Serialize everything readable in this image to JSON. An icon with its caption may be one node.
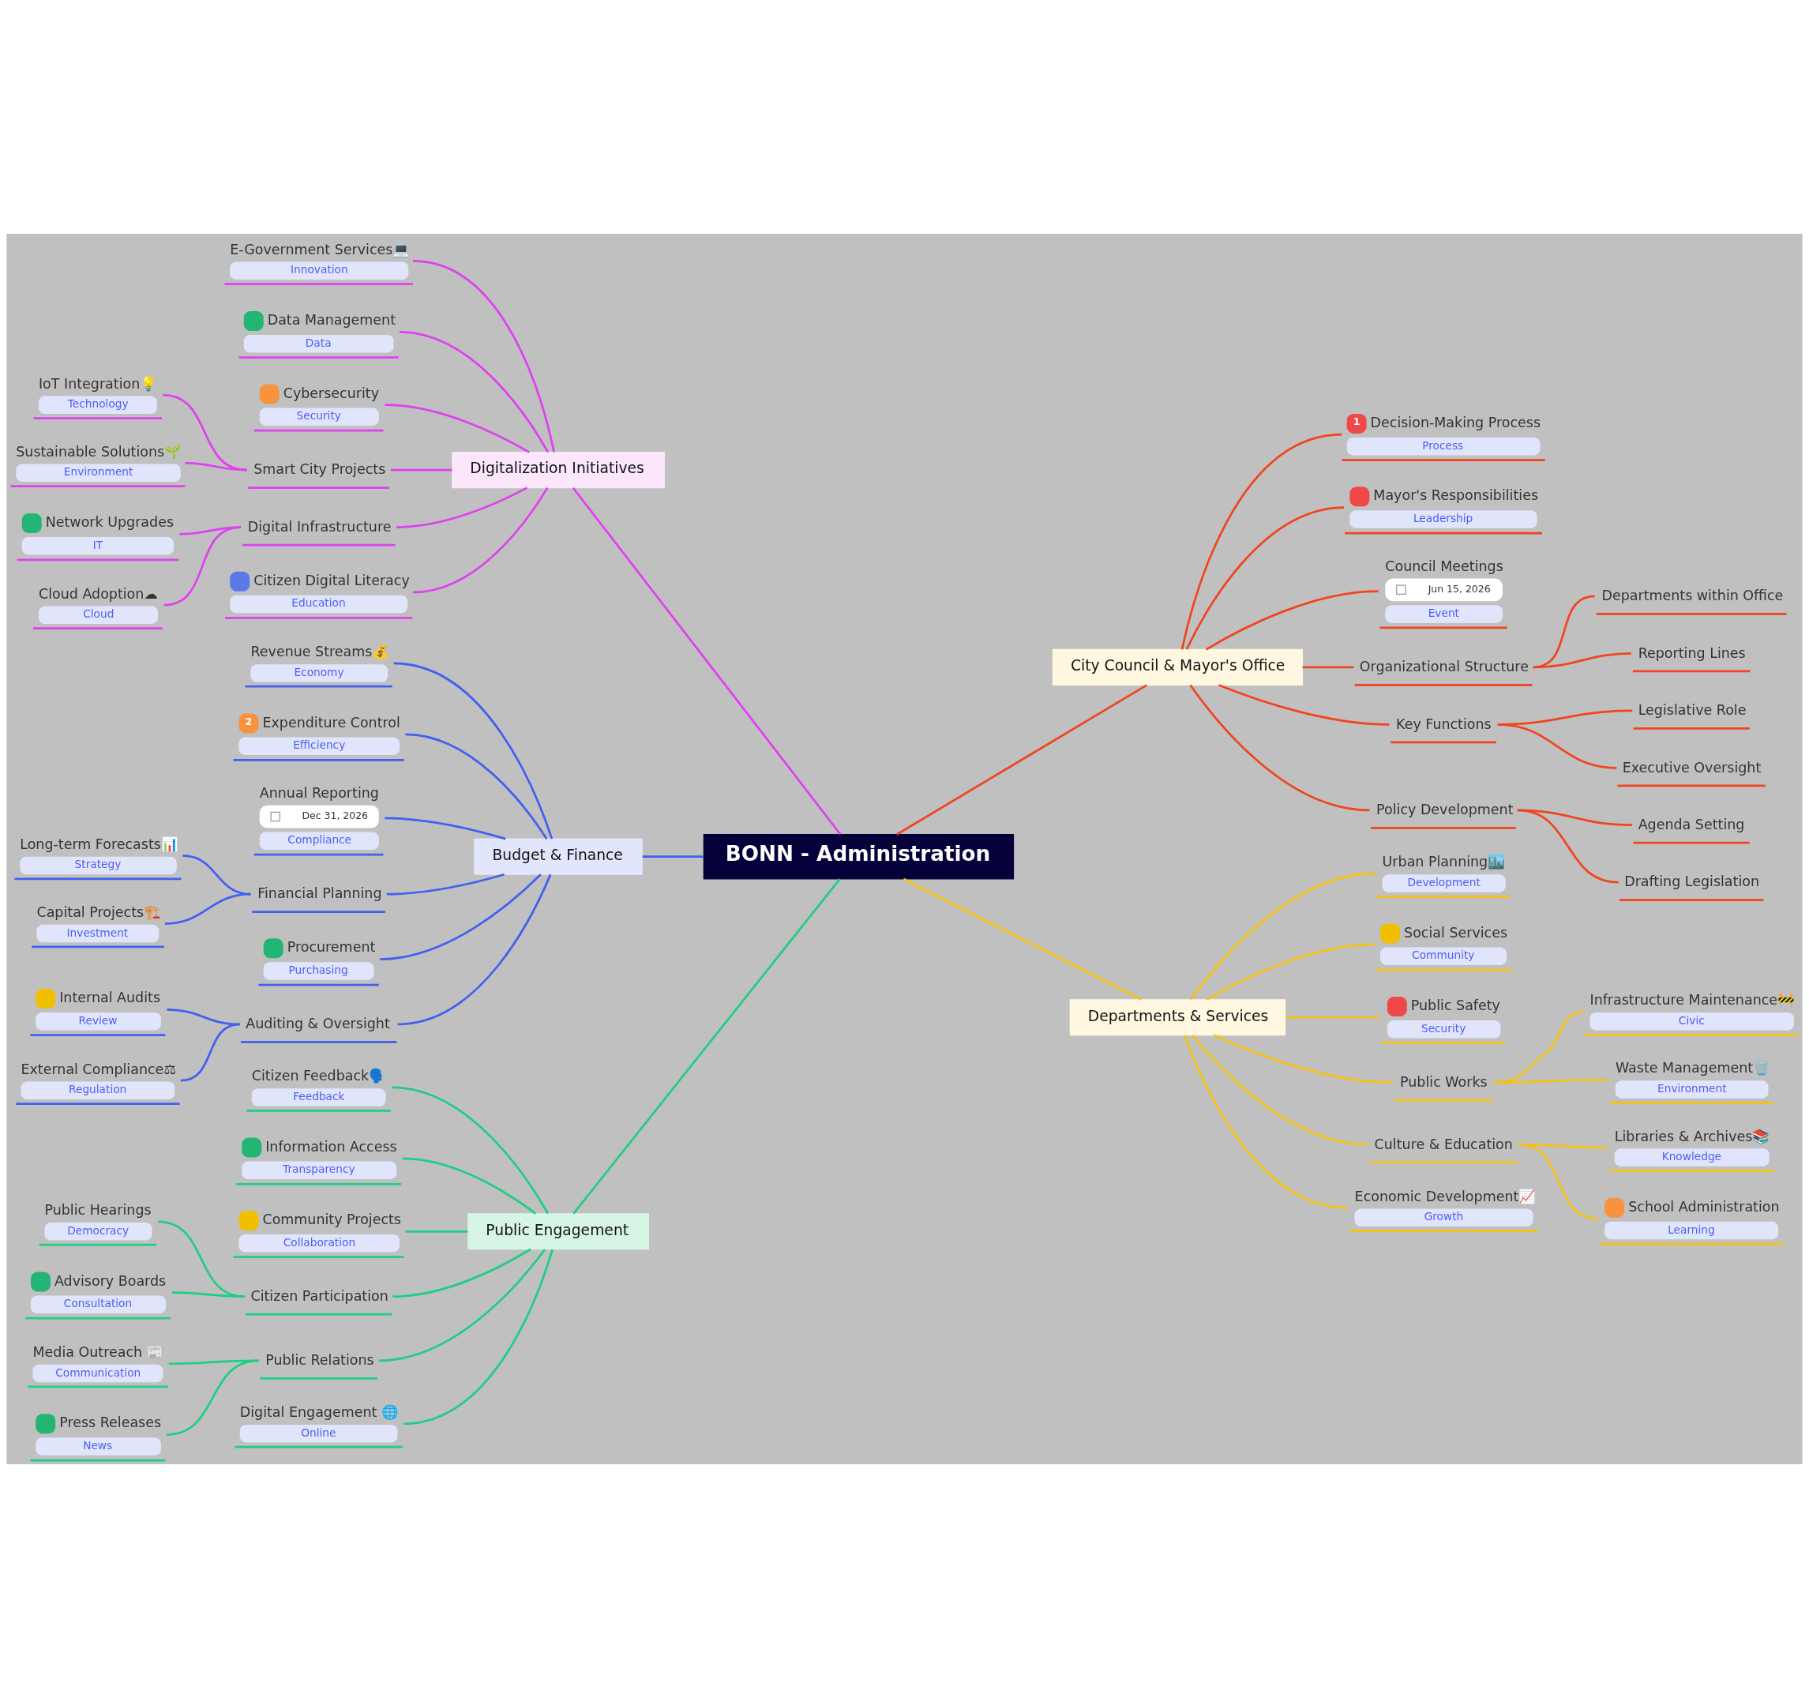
{
  "diagram": {
    "nodes": [
      {
        "text": [
          "BONN - Administration"
        ]
      },
      {
        "text": [
          "Digitalization Initiatives"
        ]
      },
      {
        "text": [
          "E-Government Services💻",
          "Innovation"
        ]
      },
      {
        "text": [
          "Data Management",
          "Data"
        ]
      },
      {
        "text": [
          "Cybersecurity",
          "Security"
        ]
      },
      {
        "text": [
          "Smart City Projects"
        ]
      },
      {
        "text": [
          "IoT Integration💡",
          "Technology"
        ]
      },
      {
        "text": [
          "Sustainable Solutions🌱",
          "Environment"
        ]
      },
      {
        "text": [
          "Digital Infrastructure"
        ]
      },
      {
        "text": [
          "Network Upgrades",
          "IT"
        ]
      },
      {
        "text": [
          "Cloud Adoption☁",
          "Cloud"
        ]
      },
      {
        "text": [
          "Citizen Digital Literacy",
          "Education"
        ]
      },
      {
        "text": [
          "Budget & Finance"
        ]
      },
      {
        "text": [
          "Revenue Streams💰",
          "Economy"
        ]
      },
      {
        "text": [
          "2",
          "Expenditure Control",
          "Efficiency"
        ]
      },
      {
        "text": [
          "Annual Reporting",
          "Dec 31, 2026",
          "Compliance"
        ]
      },
      {
        "text": [
          "Financial Planning"
        ]
      },
      {
        "text": [
          "Long-term Forecasts📊",
          "Strategy"
        ]
      },
      {
        "text": [
          "Capital Projects🏗️",
          "Investment"
        ]
      },
      {
        "text": [
          "Procurement",
          "Purchasing"
        ]
      },
      {
        "text": [
          "Auditing & Oversight"
        ]
      },
      {
        "text": [
          "Internal Audits",
          "Review"
        ]
      },
      {
        "text": [
          "External Compliance⚖",
          "Regulation"
        ]
      },
      {
        "text": [
          "Public Engagement"
        ]
      },
      {
        "text": [
          "Citizen Feedback🗣️",
          "Feedback"
        ]
      },
      {
        "text": [
          "Information Access",
          "Transparency"
        ]
      },
      {
        "text": [
          "Community Projects",
          "Collaboration"
        ]
      },
      {
        "text": [
          "Citizen Participation"
        ]
      },
      {
        "text": [
          "Public Hearings",
          "Democracy"
        ]
      },
      {
        "text": [
          "Advisory Boards",
          "Consultation"
        ]
      },
      {
        "text": [
          "Public Relations"
        ]
      },
      {
        "text": [
          "Media Outreach 📰",
          "Communication"
        ]
      },
      {
        "text": [
          "Press Releases",
          "News"
        ]
      },
      {
        "text": [
          "Digital Engagement 🌐",
          "Online"
        ]
      },
      {
        "text": [
          "City Council & Mayor's Office"
        ]
      },
      {
        "text": [
          "1",
          "Decision-Making Process",
          "Process"
        ]
      },
      {
        "text": [
          "Mayor's Responsibilities",
          "Leadership"
        ]
      },
      {
        "text": [
          "Council Meetings",
          "Jun 15, 2026",
          "Event"
        ]
      },
      {
        "text": [
          "Organizational Structure"
        ]
      },
      {
        "text": [
          "Departments within Office"
        ]
      },
      {
        "text": [
          "Reporting Lines"
        ]
      },
      {
        "text": [
          "Key Functions"
        ]
      },
      {
        "text": [
          "Legislative Role"
        ]
      },
      {
        "text": [
          "Executive Oversight"
        ]
      },
      {
        "text": [
          "Policy Development"
        ]
      },
      {
        "text": [
          "Agenda Setting"
        ]
      },
      {
        "text": [
          "Drafting Legislation"
        ]
      },
      {
        "text": [
          "Departments & Services"
        ]
      },
      {
        "text": [
          "Urban Planning🏙️",
          "Development"
        ]
      },
      {
        "text": [
          "Social Services",
          "Community"
        ]
      },
      {
        "text": [
          "Public Safety",
          "Security"
        ]
      },
      {
        "text": [
          "Public Works"
        ]
      },
      {
        "text": [
          "Infrastructure Maintenance🚧",
          "Civic"
        ]
      },
      {
        "text": [
          "Waste Management🗑️",
          "Environment"
        ]
      },
      {
        "text": [
          "Culture & Education"
        ]
      },
      {
        "text": [
          "Libraries & Archives📚",
          "Knowledge"
        ]
      },
      {
        "text": [
          "School Administration",
          "Learning"
        ]
      },
      {
        "text": [
          "Economic Development📈",
          "Growth"
        ]
      }
    ],
    "edges": [
      {
        "from": 1,
        "to": 0,
        "arrow": "none",
        "color": "#e040f0"
      },
      {
        "from": 2,
        "to": 1,
        "arrow": "none",
        "color": "#e040f0"
      },
      {
        "from": 3,
        "to": 1,
        "arrow": "none",
        "color": "#e040f0"
      },
      {
        "from": 4,
        "to": 1,
        "arrow": "none",
        "color": "#e040f0"
      },
      {
        "from": 5,
        "to": 1,
        "arrow": "none",
        "color": "#e040f0"
      },
      {
        "from": 6,
        "to": 5,
        "arrow": "none",
        "color": "#e040f0"
      },
      {
        "from": 7,
        "to": 5,
        "arrow": "none",
        "color": "#e040f0"
      },
      {
        "from": 8,
        "to": 1,
        "arrow": "none",
        "color": "#e040f0"
      },
      {
        "from": 9,
        "to": 8,
        "arrow": "none",
        "color": "#e040f0"
      },
      {
        "from": 10,
        "to": 8,
        "arrow": "none",
        "color": "#e040f0"
      },
      {
        "from": 11,
        "to": 1,
        "arrow": "none",
        "color": "#e040f0"
      },
      {
        "from": 12,
        "to": 0,
        "arrow": "none",
        "color": "#4160f0"
      },
      {
        "from": 13,
        "to": 12,
        "arrow": "none",
        "color": "#4160f0"
      },
      {
        "from": 14,
        "to": 12,
        "arrow": "none",
        "color": "#4160f0"
      },
      {
        "from": 15,
        "to": 12,
        "arrow": "none",
        "color": "#4160f0"
      },
      {
        "from": 16,
        "to": 12,
        "arrow": "none",
        "color": "#4160f0"
      },
      {
        "from": 17,
        "to": 16,
        "arrow": "none",
        "color": "#4160f0"
      },
      {
        "from": 18,
        "to": 16,
        "arrow": "none",
        "color": "#4160f0"
      },
      {
        "from": 19,
        "to": 12,
        "arrow": "none",
        "color": "#4160f0"
      },
      {
        "from": 20,
        "to": 12,
        "arrow": "none",
        "color": "#4160f0"
      },
      {
        "from": 21,
        "to": 20,
        "arrow": "none",
        "color": "#4160f0"
      },
      {
        "from": 22,
        "to": 20,
        "arrow": "none",
        "color": "#4160f0"
      },
      {
        "from": 23,
        "to": 0,
        "arrow": "none",
        "color": "#1ccf84"
      },
      {
        "from": 24,
        "to": 23,
        "arrow": "none",
        "color": "#1ccf84"
      },
      {
        "from": 25,
        "to": 23,
        "arrow": "none",
        "color": "#1ccf84"
      },
      {
        "from": 26,
        "to": 23,
        "arrow": "none",
        "color": "#1ccf84"
      },
      {
        "from": 27,
        "to": 23,
        "arrow": "none",
        "color": "#1ccf84"
      },
      {
        "from": 28,
        "to": 27,
        "arrow": "none",
        "color": "#1ccf84"
      },
      {
        "from": 29,
        "to": 27,
        "arrow": "none",
        "color": "#1ccf84"
      },
      {
        "from": 30,
        "to": 23,
        "arrow": "none",
        "color": "#1ccf84"
      },
      {
        "from": 31,
        "to": 30,
        "arrow": "none",
        "color": "#1ccf84"
      },
      {
        "from": 32,
        "to": 30,
        "arrow": "none",
        "color": "#1ccf84"
      },
      {
        "from": 33,
        "to": 23,
        "arrow": "none",
        "color": "#1ccf84"
      },
      {
        "from": 0,
        "to": 34,
        "arrow": "none"
      },
      {
        "from": 34,
        "to": 35,
        "arrow": "none"
      },
      {
        "from": 34,
        "to": 36,
        "arrow": "none"
      },
      {
        "from": 34,
        "to": 37,
        "arrow": "none"
      },
      {
        "from": 34,
        "to": 38,
        "arrow": "none"
      },
      {
        "from": 38,
        "to": 39,
        "arrow": "none"
      },
      {
        "from": 38,
        "to": 40,
        "arrow": "none"
      },
      {
        "from": 34,
        "to": 41,
        "arrow": "none"
      },
      {
        "from": 41,
        "to": 42,
        "arrow": "none"
      },
      {
        "from": 41,
        "to": 43,
        "arrow": "none"
      },
      {
        "from": 34,
        "to": 44,
        "arrow": "none"
      },
      {
        "from": 44,
        "to": 45,
        "arrow": "none"
      },
      {
        "from": 44,
        "to": 46,
        "arrow": "none"
      },
      {
        "from": 0,
        "to": 47,
        "arrow": "none",
        "color": "#f5c211"
      },
      {
        "from": 47,
        "to": 48,
        "arrow": "none",
        "color": "#f5c211"
      },
      {
        "from": 47,
        "to": 49,
        "arrow": "none",
        "color": "#f5c211"
      },
      {
        "from": 47,
        "to": 50,
        "arrow": "none",
        "color": "#f5c211"
      },
      {
        "from": 47,
        "to": 51,
        "arrow": "none",
        "color": "#f5c211"
      },
      {
        "from": 51,
        "to": 52,
        "arrow": "none",
        "color": "#f5c211"
      },
      {
        "from": 51,
        "to": 53,
        "arrow": "none",
        "color": "#f5c211"
      },
      {
        "from": 47,
        "to": 54,
        "arrow": "none",
        "color": "#f5c211"
      },
      {
        "from": 54,
        "to": 55,
        "arrow": "none",
        "color": "#f5c211"
      },
      {
        "from": 54,
        "to": 56,
        "arrow": "none",
        "color": "#f5c211"
      },
      {
        "from": 47,
        "to": 57,
        "arrow": "none",
        "color": "#f5c211"
      }
    ]
  }
}
